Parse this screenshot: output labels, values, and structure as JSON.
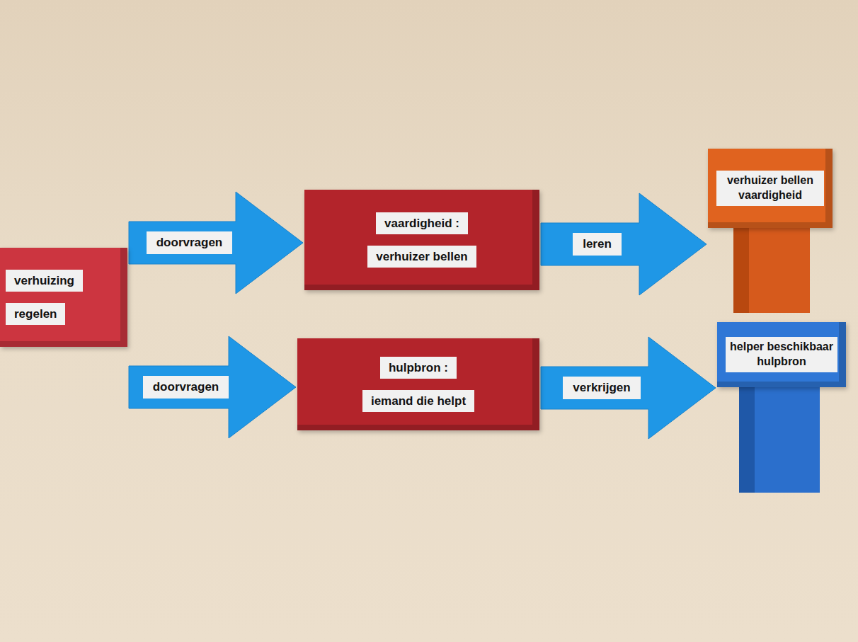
{
  "diagram": {
    "nodes": [
      {
        "text": [
          "verhuizing",
          "regelen"
        ]
      },
      {
        "text": [
          "vaardigheid :",
          "verhuizer bellen"
        ]
      },
      {
        "text": [
          "hulpbron :",
          "iemand die helpt"
        ]
      },
      {
        "text": [
          "verhuizer bellen vaardigheid"
        ]
      },
      {
        "text": [
          "helper beschikbaar hulpbron"
        ]
      }
    ],
    "edges": [
      {
        "from": 0,
        "to": 1,
        "arrow": "to",
        "label": "doorvragen"
      },
      {
        "from": 0,
        "to": 2,
        "arrow": "to",
        "label": "doorvragen"
      },
      {
        "from": 1,
        "to": 3,
        "arrow": "to",
        "label": "leren"
      },
      {
        "from": 2,
        "to": 4,
        "arrow": "to",
        "label": "verkrijgen"
      }
    ]
  }
}
